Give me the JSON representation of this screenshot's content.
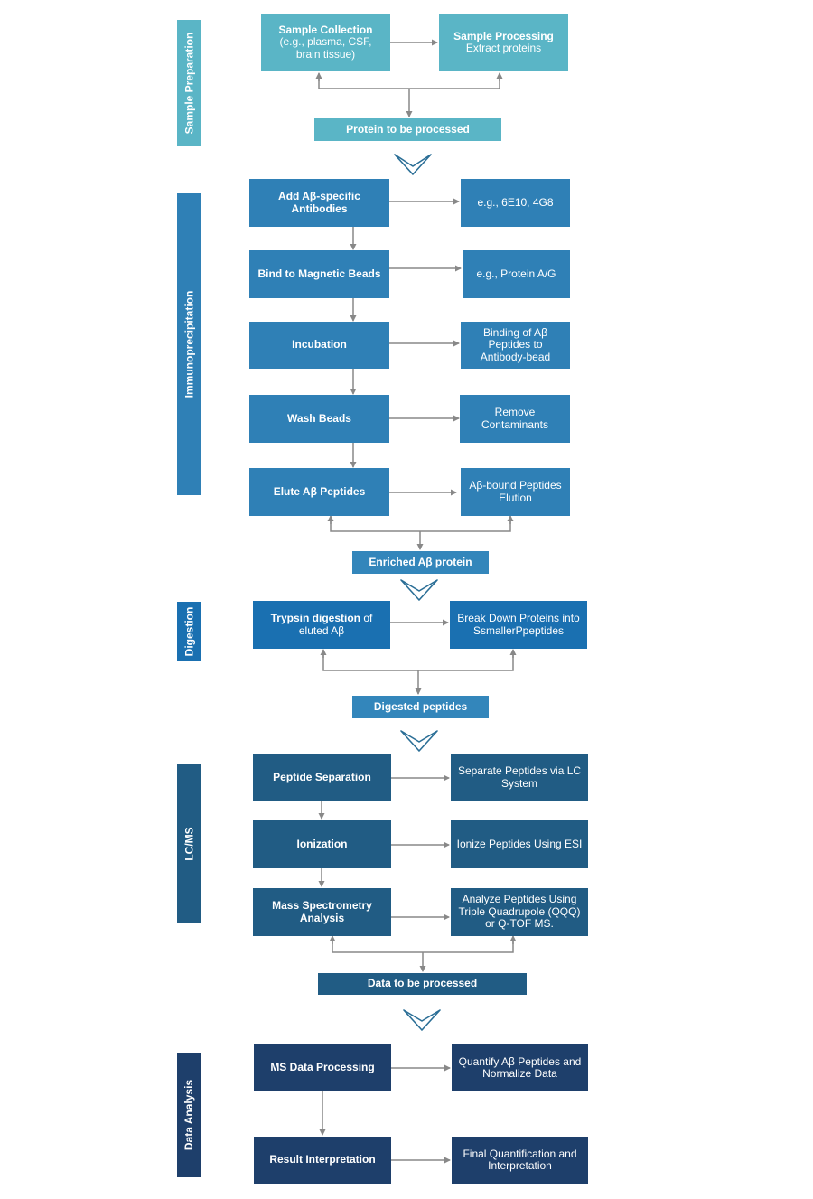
{
  "stages": {
    "sample_preparation": "Sample Preparation",
    "immunoprecipitation": "Immunoprecipitation",
    "digestion": "Digestion",
    "lcms": "LC/MS",
    "data_analysis": "Data Analysis"
  },
  "sample_prep": {
    "collection_title": "Sample Collection",
    "collection_desc": "(e.g., plasma, CSF, brain tissue)",
    "processing_title": "Sample Processing",
    "processing_desc": "Extract proteins",
    "output": "Protein to be processed"
  },
  "ip": {
    "step1": "Add Aβ-specific Antibodies",
    "step1_note": "e.g., 6E10, 4G8",
    "step2": "Bind to Magnetic Beads",
    "step2_note": "e.g., Protein A/G",
    "step3": "Incubation",
    "step3_note": "Binding of Aβ Peptides to Antibody-bead",
    "step4": "Wash Beads",
    "step4_note": "Remove Contaminants",
    "step5": "Elute Aβ Peptides",
    "step5_note": "Aβ-bound  Peptides Elution",
    "output": "Enriched Aβ protein"
  },
  "digestion": {
    "step_bold": "Trypsin digestion",
    "step_rest": " of eluted Aβ",
    "note": "Break Down Proteins into SsmallerPpeptides",
    "output": "Digested peptides"
  },
  "lcms": {
    "step1": "Peptide Separation",
    "step1_note": "Separate Peptides via LC System",
    "step2": "Ionization",
    "step2_note": "Ionize Peptides Using ESI",
    "step3": "Mass Spectrometry Analysis",
    "step3_note": "Analyze Peptides Using Triple Quadrupole (QQQ) or Q-TOF MS.",
    "output": "Data to be processed"
  },
  "data_analysis": {
    "step1": "MS Data Processing",
    "step1_note": "Quantify Aβ Peptides and Normalize Data",
    "step2": "Result Interpretation",
    "step2_note": "Final Quantification and Interpretation"
  },
  "colors": {
    "sample_preparation": "#5ab5c6",
    "immunoprecipitation": "#2f80b6",
    "digestion": "#1a70b1",
    "lcms": "#215c84",
    "data_analysis": "#1e3f6b",
    "connector": "#888888",
    "chevron": "#2a6e96"
  }
}
